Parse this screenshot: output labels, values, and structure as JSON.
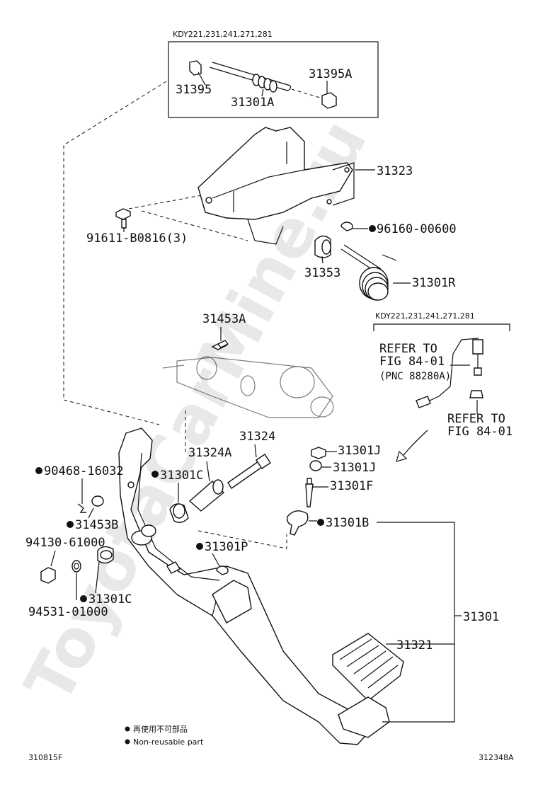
{
  "watermark": "ToyotaCarMine.ru",
  "box_top": {
    "caption": "KDY221,231,241,271,281",
    "labels": [
      "31395",
      "31301A",
      "31395A"
    ]
  },
  "box_side": {
    "caption": "KDY221,231,241,271,281",
    "refer_1": [
      "REFER TO",
      "FIG 84-01",
      "(PNC 88280A)"
    ],
    "refer_2": [
      "REFER TO",
      "FIG 84-01"
    ]
  },
  "labels": {
    "l31323": "31323",
    "l91611": "91611-B0816(3)",
    "l96160": "96160-00600",
    "l31353": "31353",
    "l31301R": "31301R",
    "l31453A": "31453A",
    "l31324": "31324",
    "l31324A": "31324A",
    "l31301C_a": "31301C",
    "l90468": "90468-16032",
    "l31453B": "31453B",
    "l94130": "94130-61000",
    "l31301C_b": "31301C",
    "l94531": "94531-01000",
    "l31301J_a": "31301J",
    "l31301J_b": "31301J",
    "l31301F": "31301F",
    "l31301B": "31301B",
    "l31301P": "31301P",
    "l31301": "31301",
    "l31321": "31321"
  },
  "legend": {
    "cn": "再使用不可部品",
    "en": "Non-reusable part"
  },
  "footer": {
    "left": "310815F",
    "right": "312348A"
  }
}
